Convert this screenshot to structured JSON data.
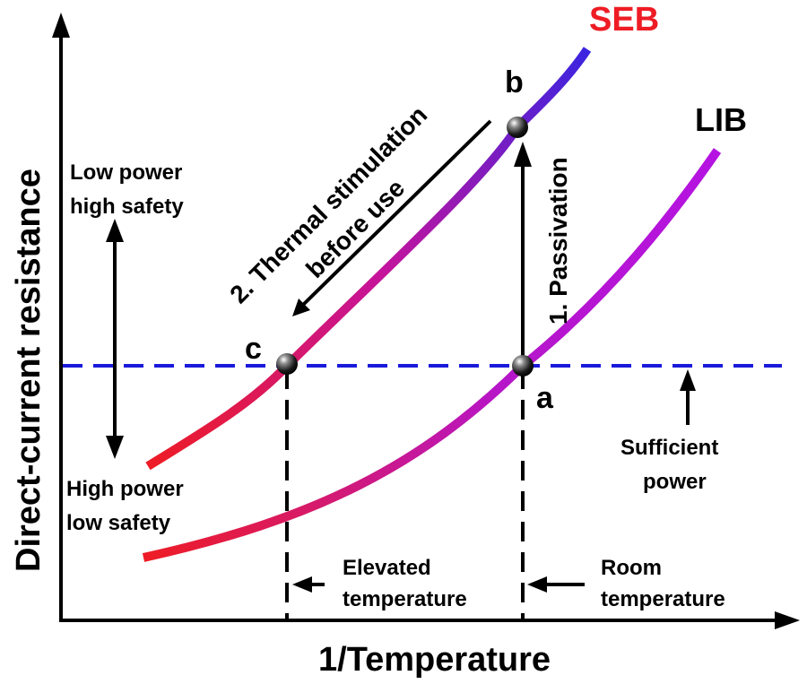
{
  "axes": {
    "x_label": "1/Temperature",
    "y_label": "Direct-current resistance"
  },
  "curves": {
    "seb": {
      "label": "SEB",
      "label_color": "#ee1c24",
      "gradient": [
        "#ee1c24",
        "#c5149c",
        "#3b24e0"
      ]
    },
    "lib": {
      "label": "LIB",
      "label_color": "#000000",
      "gradient": [
        "#ee1c24",
        "#b616c8",
        "#b513e2"
      ]
    }
  },
  "points": {
    "a": "a",
    "b": "b",
    "c": "c"
  },
  "annotations": {
    "passivation": "1. Passivation",
    "thermal_line1": "2. Thermal stimulation",
    "thermal_line2": "before use",
    "low_power_line1": "Low power",
    "low_power_line2": "high safety",
    "high_power_line1": "High power",
    "high_power_line2": "low safety",
    "sufficient_line1": "Sufficient",
    "sufficient_line2": "power",
    "elevated_line1": "Elevated",
    "elevated_line2": "temperature",
    "room_line1": "Room",
    "room_line2": "temperature"
  },
  "colors": {
    "threshold_line": "#1a1adb",
    "axis": "#000000",
    "arrow": "#000000"
  }
}
